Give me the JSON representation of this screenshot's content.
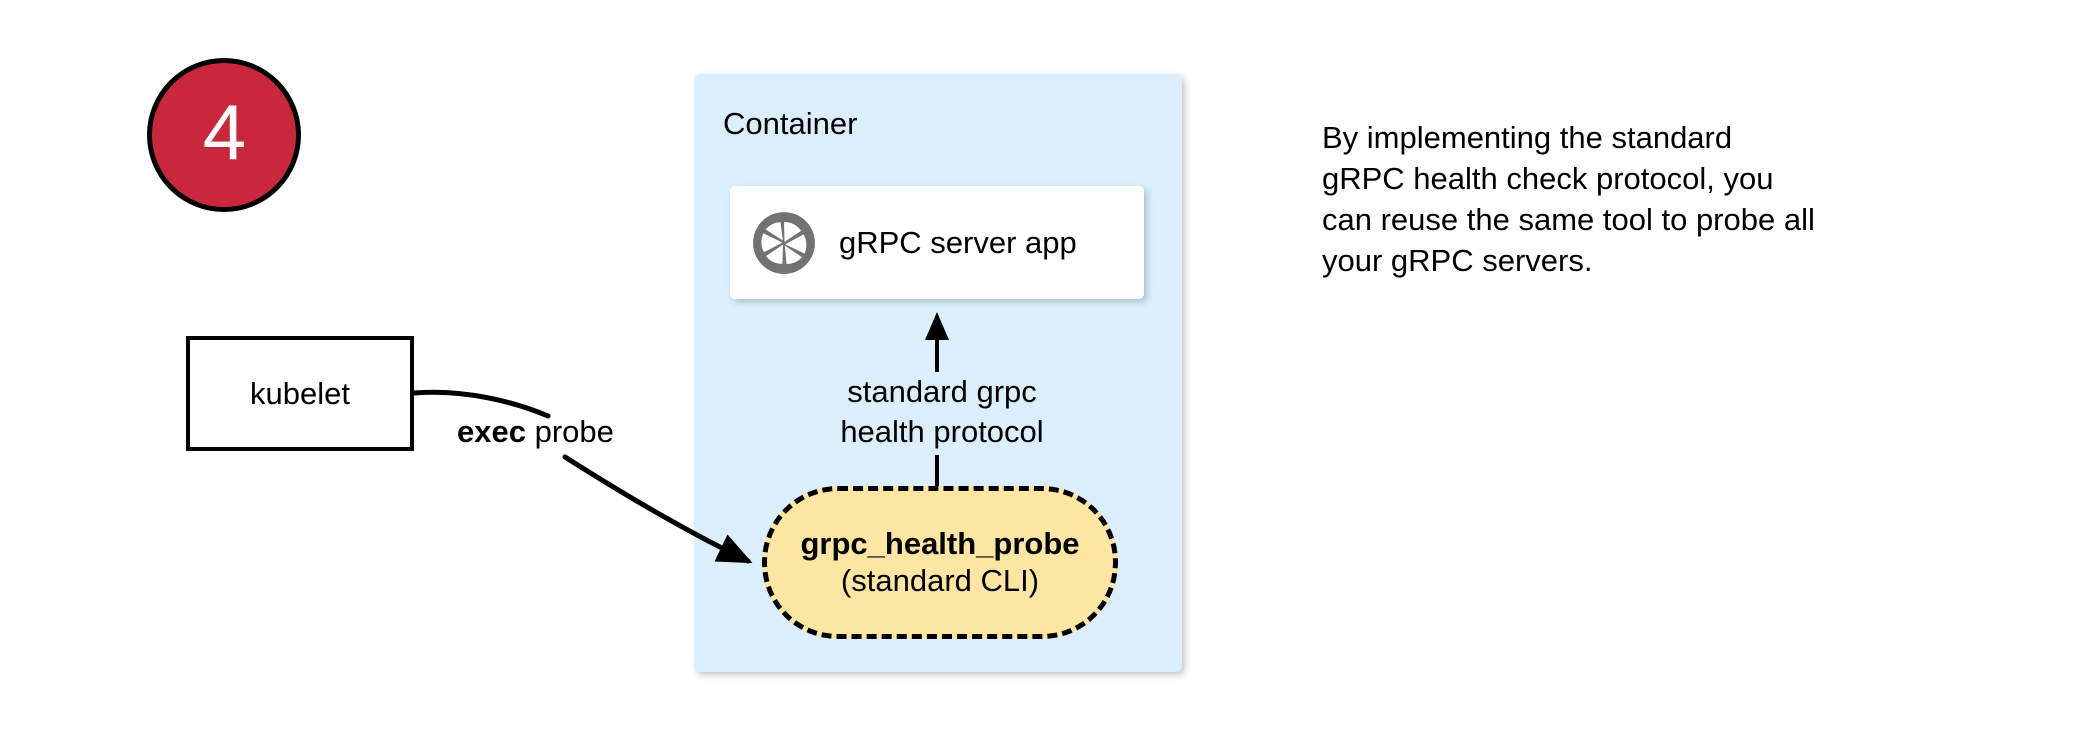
{
  "step": {
    "number": "4"
  },
  "container": {
    "label": "Container",
    "fill_color": "#DAEFFB"
  },
  "server_card": {
    "label": "gRPC server app",
    "icon": "aperture-icon",
    "icon_color": "#727272"
  },
  "probe_node": {
    "title": "grpc_health_probe",
    "subtitle": "(standard CLI)",
    "fill_color": "#FCE6A2",
    "border_style": "dashed"
  },
  "kubelet": {
    "label": "kubelet"
  },
  "edges": {
    "exec": {
      "label_bold": "exec",
      "label_rest": " probe"
    },
    "protocol": {
      "line1": "standard grpc",
      "line2": "health protocol"
    }
  },
  "annotation": {
    "line1": "By implementing the standard",
    "line2": "gRPC health check protocol, you",
    "line3": "can reuse the same tool to probe all",
    "line4": "your gRPC servers."
  },
  "colors": {
    "badge_red": "#C9283C",
    "container_blue": "#DAEFFB",
    "probe_yellow": "#FCE6A2",
    "icon_gray": "#727272",
    "stroke_black": "#000000"
  }
}
